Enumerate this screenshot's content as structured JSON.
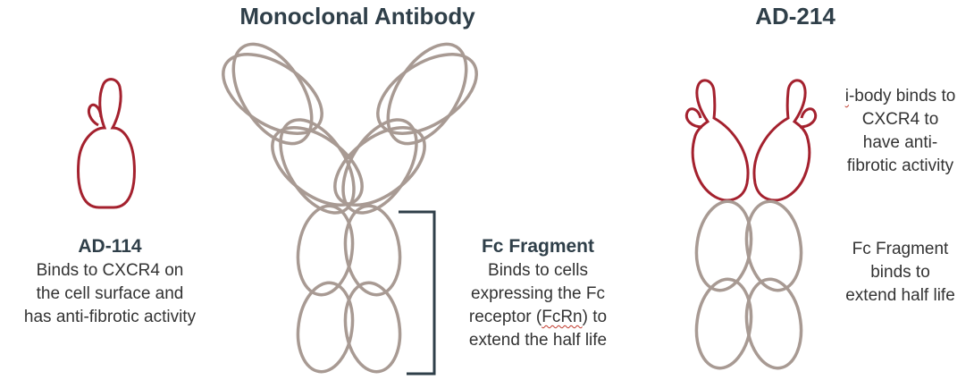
{
  "colors": {
    "antibody_gray": "#a89a93",
    "ibody_red": "#a4212e",
    "heading_dark": "#2f3f49",
    "body_text": "#333333",
    "bracket": "#2f3f49"
  },
  "titles": {
    "monoclonal": "Monoclonal Antibody",
    "ad214": "AD-214"
  },
  "ad114": {
    "title": "AD-114",
    "lines": [
      "Binds to CXCR4 on",
      "the cell surface and",
      "has anti-fibrotic activity"
    ]
  },
  "fc_fragment": {
    "title": "Fc Fragment",
    "lines": [
      "Binds to cells",
      "expressing the Fc"
    ],
    "line3_pre": "receptor (",
    "line3_term": "FcRn",
    "line3_post": ") to",
    "line4": "extend the half life"
  },
  "ibody_note": {
    "line1_pre": "",
    "line1_flag": "i",
    "line1_post": "-body binds to",
    "lines": [
      "CXCR4 to",
      "have anti-",
      "fibrotic activity"
    ]
  },
  "fc_note": {
    "lines": [
      "Fc Fragment",
      "binds to",
      "extend half life"
    ]
  }
}
